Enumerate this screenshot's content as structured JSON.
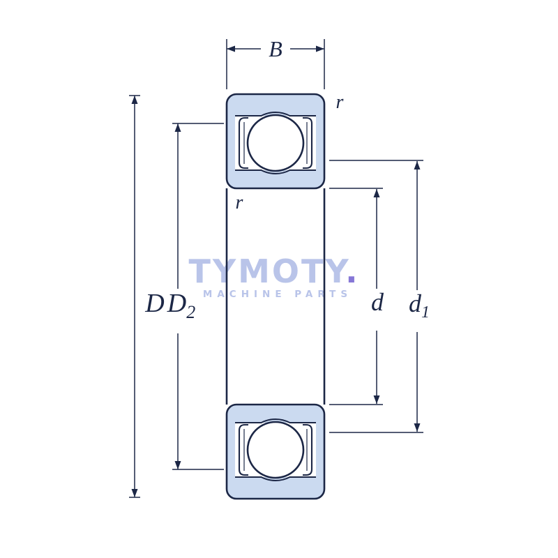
{
  "colors": {
    "line": "#1c2746",
    "fill": "#cbdaf0",
    "ball": "#ffffff",
    "watermark": "#b9c4e9",
    "watermark_dot": "#8677d6",
    "background": "#ffffff"
  },
  "watermark": {
    "brand": "TYMOTY",
    "dot": ".",
    "tagline": "MACHINE PARTS"
  },
  "dimensions": {
    "width": {
      "label": "B"
    },
    "outer_diameter": {
      "label": "D"
    },
    "outer_shoulder_diameter": {
      "base": "D",
      "sub": "2"
    },
    "bore_diameter": {
      "label": "d"
    },
    "inner_shoulder_diameter": {
      "base": "d",
      "sub": "1"
    },
    "corner_radius_outer": {
      "label": "r"
    },
    "corner_radius_inner": {
      "label": "r"
    }
  }
}
